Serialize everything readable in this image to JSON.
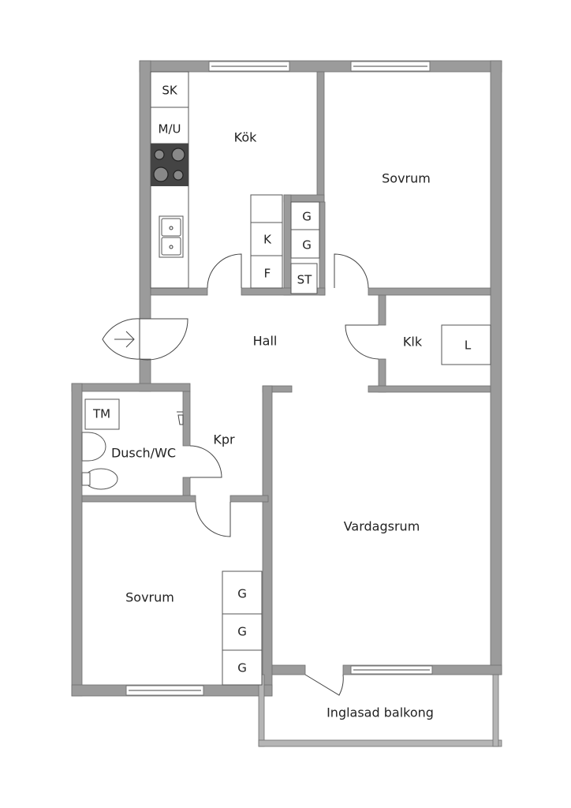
{
  "rooms": {
    "kitchen": "Kök",
    "bedroom_top": "Sovrum",
    "hall": "Hall",
    "closet": "Klk",
    "bathroom": "Dusch/WC",
    "wardrobe_hall": "Kpr",
    "living_room": "Vardagsrum",
    "bedroom_bottom": "Sovrum",
    "balcony": "Inglasad balkong"
  },
  "fixtures": {
    "sk": "SK",
    "mu": "M/U",
    "k": "K",
    "f": "F",
    "g1": "G",
    "g2": "G",
    "st": "ST",
    "l": "L",
    "tm": "TM",
    "g3": "G",
    "g4": "G",
    "g5": "G"
  }
}
